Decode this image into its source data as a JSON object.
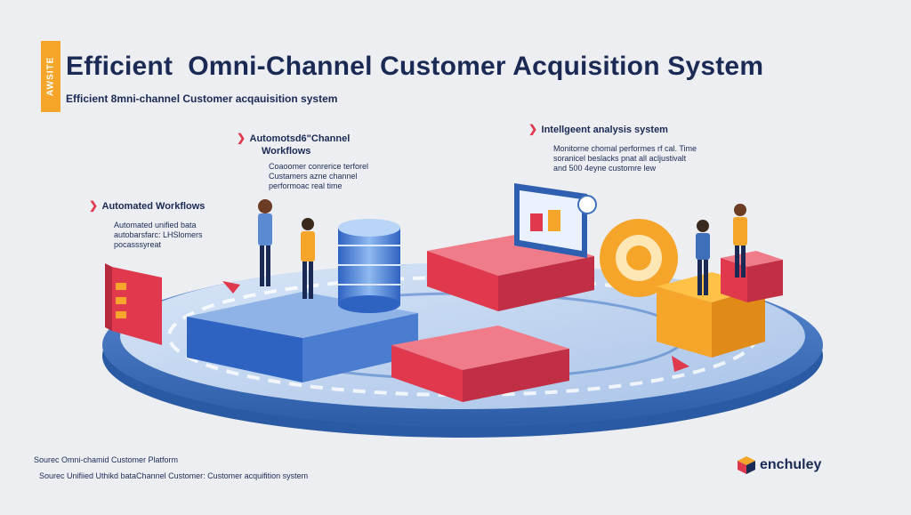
{
  "header": {
    "side_tag": "AWSITE",
    "title": "Efficient  Omni-Channel Customer Acquisition System",
    "subtitle": "Efficient 8mni-channel Customer acqauisition system"
  },
  "callouts": {
    "left": {
      "title": "Automated Workflows",
      "lines": [
        "Automated unified bata",
        "autobarsfarc: LHSlomers",
        "pocasssyreat"
      ]
    },
    "center": {
      "title_line1": "Automotsd6\"Channel",
      "title_line2": "Workflows",
      "lines": [
        "Coaoomer conrerice terforel",
        "Custamers azne channel",
        "performoac real time"
      ]
    },
    "right": {
      "title": "Intellgeent analysis system",
      "lines": [
        "Monitorne chomal performes rf cal. Time",
        "soranicel beslacks pnat all acljustivalt",
        "and 500 4eyne customre lew"
      ]
    }
  },
  "footer": {
    "source_1": "Sourec Omni-chamid Customer Platform",
    "source_2": "Sourec Unifiied Uthikd bataChannel Customer: Customer acquifition system",
    "brand": "enchuley"
  },
  "colors": {
    "navy": "#1b2a55",
    "accent_red": "#e0394e",
    "accent_orange": "#f4a52a",
    "platform_blue": "#3f6fb8"
  }
}
